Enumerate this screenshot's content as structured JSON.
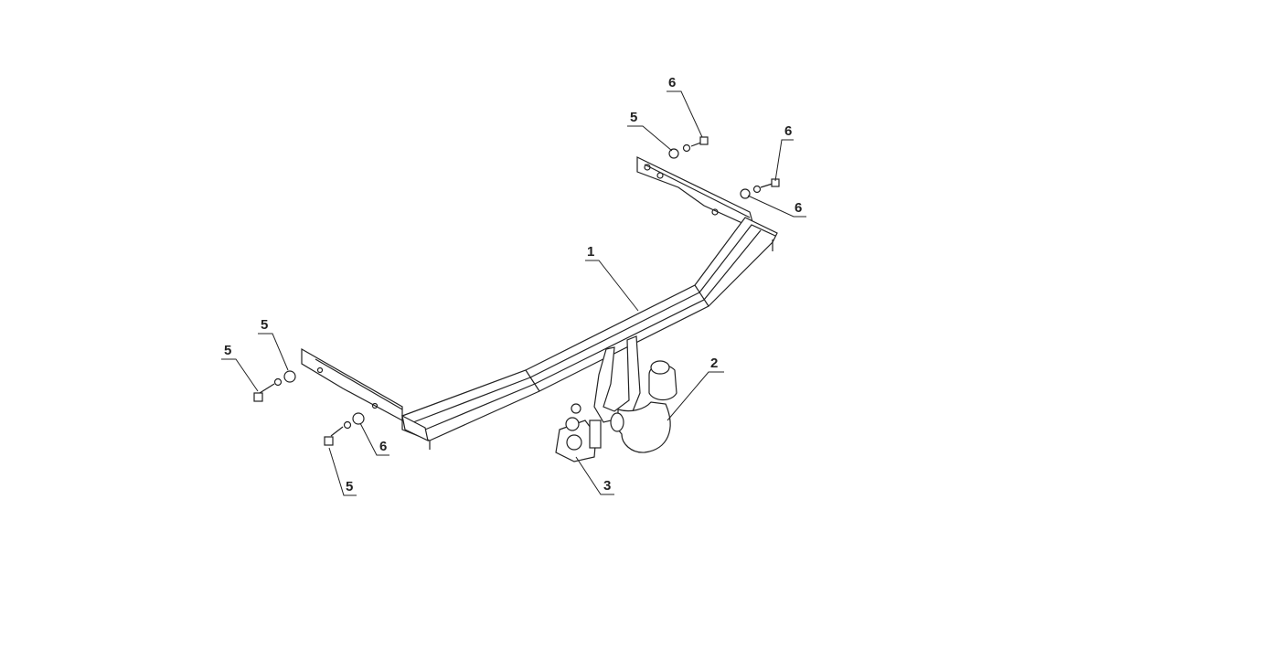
{
  "diagram": {
    "title": "Tow bar exploded assembly",
    "callouts": [
      {
        "id": "c1",
        "text": "1",
        "part": "cross-beam"
      },
      {
        "id": "c2",
        "text": "2",
        "part": "tow-ball-neck"
      },
      {
        "id": "c3",
        "text": "3",
        "part": "socket-plate"
      },
      {
        "id": "c5a",
        "text": "5",
        "part": "bolt"
      },
      {
        "id": "c6a",
        "text": "6",
        "part": "washer"
      },
      {
        "id": "c5b",
        "text": "5",
        "part": "bolt"
      },
      {
        "id": "c6b",
        "text": "6",
        "part": "washer"
      },
      {
        "id": "c5c",
        "text": "5",
        "part": "bolt"
      },
      {
        "id": "c6c",
        "text": "6",
        "part": "washer"
      },
      {
        "id": "c6d",
        "text": "6",
        "part": "washer"
      },
      {
        "id": "c5d",
        "text": "5",
        "part": "bolt"
      }
    ]
  }
}
